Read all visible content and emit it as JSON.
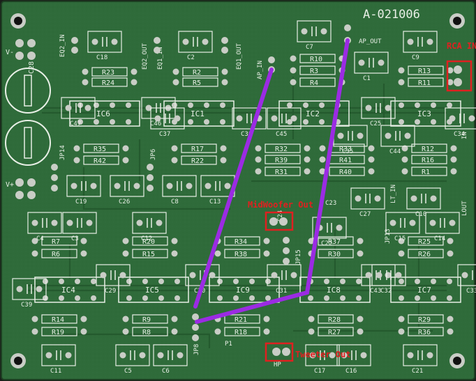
{
  "board_id": "A-021006",
  "colors": {
    "board": "#2f6b3a",
    "board_dark": "#275a31",
    "silk": "#e8efe6",
    "pad": "#c9cdc6",
    "trace": "#245a2e",
    "wire": "#9b2be3",
    "annot": "#e02020"
  },
  "annotations": {
    "rca_in": "RCA IN",
    "midwoofer_out": "MidWoofer Out",
    "tweeter_out": "Tweeter Out"
  },
  "ics": [
    {
      "id": "ic6",
      "label": "IC6"
    },
    {
      "id": "ic1",
      "label": "IC1"
    },
    {
      "id": "ic2",
      "label": "IC2"
    },
    {
      "id": "ic3",
      "label": "IC3"
    },
    {
      "id": "ic4",
      "label": "IC4"
    },
    {
      "id": "ic5",
      "label": "IC5"
    },
    {
      "id": "ic9",
      "label": "IC9"
    },
    {
      "id": "ic8",
      "label": "IC8"
    },
    {
      "id": "ic7",
      "label": "IC7"
    }
  ],
  "resistors": [
    "R23",
    "R24",
    "R2",
    "R5",
    "R10",
    "R3",
    "R4",
    "R13",
    "R11",
    "R35",
    "R42",
    "R17",
    "R22",
    "R32",
    "R39",
    "R31",
    "R33",
    "R41",
    "R40",
    "R12",
    "R16",
    "R1",
    "R7",
    "R6",
    "R20",
    "R15",
    "R34",
    "R38",
    "R37",
    "R30",
    "R25",
    "R26",
    "R14",
    "R19",
    "R9",
    "R8",
    "R21",
    "R18",
    "R28",
    "R27",
    "R29",
    "R36"
  ],
  "capacitors": [
    "C18",
    "C2",
    "C7",
    "C9",
    "C1",
    "C47",
    "C46",
    "C37",
    "C36",
    "C45",
    "C25",
    "C35",
    "C44",
    "C34",
    "C19",
    "C26",
    "C8",
    "C13",
    "C27",
    "C10",
    "C22",
    "C4",
    "C3",
    "C12",
    "C15",
    "C14",
    "C39",
    "C29",
    "C30",
    "C31",
    "C43",
    "C32",
    "C33",
    "C11",
    "C5",
    "C6",
    "C17",
    "C16",
    "C21",
    "C38",
    "C28"
  ],
  "connectors": [
    "EQ2_IN",
    "EQ2_OUT",
    "EQ1_IN",
    "EQ1_OUT",
    "AP_IN",
    "AP_OUT",
    "JP14",
    "JP6",
    "JP8",
    "JP15",
    "JP13",
    "LT_IN",
    "LOUT",
    "IN",
    "P1",
    "HP",
    "C23",
    "C24",
    "V-",
    "V+"
  ]
}
